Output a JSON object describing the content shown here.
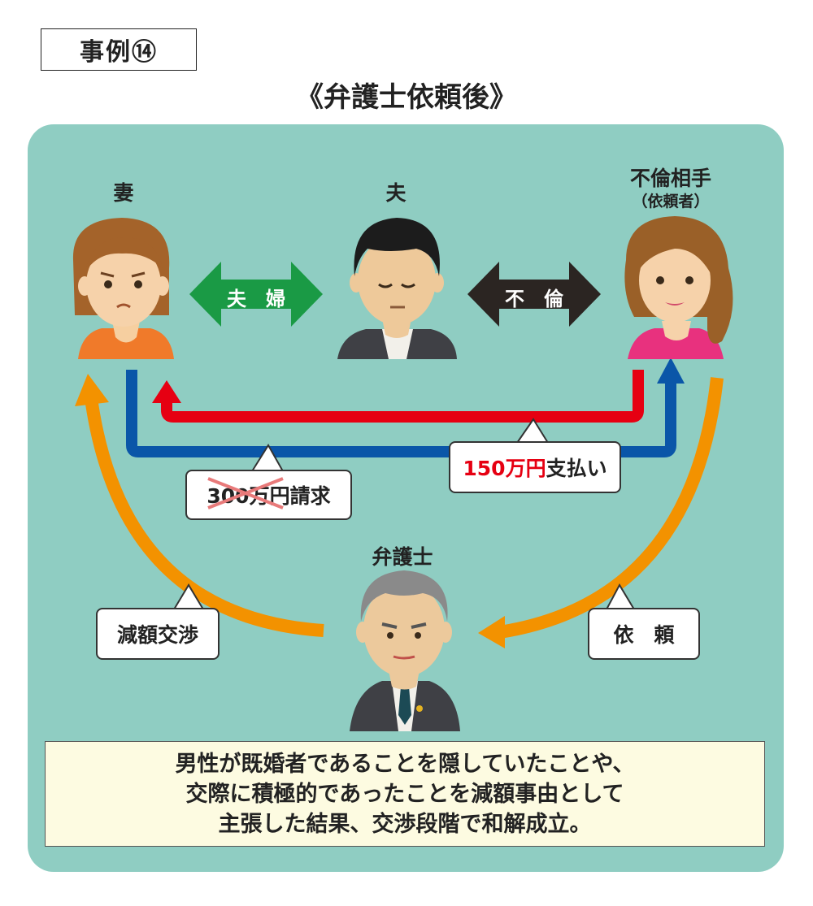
{
  "case_label": "事例⑭",
  "title": "《弁護士依頼後》",
  "people": {
    "wife": "妻",
    "husband": "夫",
    "partner": "不倫相手",
    "partner_note": "（依頼者）",
    "lawyer": "弁護士"
  },
  "relations": {
    "marriage": "夫　婦",
    "affair": "不　倫"
  },
  "callouts": {
    "claim_amount": "300万円",
    "claim_suffix": "請求",
    "paid_amount": "150万円",
    "paid_suffix": "支払い",
    "negotiation": "減額交渉",
    "request": "依　頼"
  },
  "conclusion": [
    "男性が既婚者であることを隠していたことや、",
    "交際に積極的であったことを減額事由として",
    "主張した結果、交渉段階で和解成立。"
  ],
  "colors": {
    "panel": "#8fcdc2",
    "marriage_arrow": "#1a9a45",
    "affair_arrow": "#2b2522",
    "blue_arrow": "#0a56a8",
    "red_arrow": "#e60012",
    "orange_arrow": "#f39200"
  },
  "icons": [
    "wife-icon",
    "husband-icon",
    "partner-icon",
    "lawyer-icon"
  ]
}
